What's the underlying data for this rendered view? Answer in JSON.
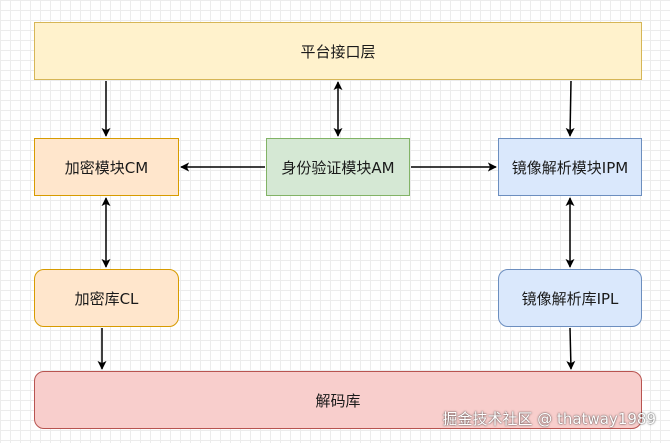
{
  "nodes": {
    "platform_api": "平台接口层",
    "crypto_module": "加密模块CM",
    "auth_module": "身份验证模块AM",
    "image_parse_module": "镜像解析模块IPM",
    "crypto_lib": "加密库CL",
    "image_parse_lib": "镜像解析库IPL",
    "decode_lib": "解码库"
  },
  "edges": [
    {
      "from": "平台接口层",
      "to": "加密模块CM",
      "direction": "one-way"
    },
    {
      "from": "平台接口层",
      "to": "身份验证模块AM",
      "direction": "two-way"
    },
    {
      "from": "平台接口层",
      "to": "镜像解析模块IPM",
      "direction": "one-way"
    },
    {
      "from": "身份验证模块AM",
      "to": "加密模块CM",
      "direction": "one-way"
    },
    {
      "from": "身份验证模块AM",
      "to": "镜像解析模块IPM",
      "direction": "one-way"
    },
    {
      "from": "加密模块CM",
      "to": "加密库CL",
      "direction": "two-way"
    },
    {
      "from": "镜像解析模块IPM",
      "to": "镜像解析库IPL",
      "direction": "two-way"
    },
    {
      "from": "加密库CL",
      "to": "解码库",
      "direction": "one-way"
    },
    {
      "from": "镜像解析库IPL",
      "to": "解码库",
      "direction": "one-way"
    }
  ],
  "colors": {
    "yellow_fill": "#fff2cc",
    "yellow_stroke": "#d6b656",
    "orange_fill": "#ffe6cc",
    "orange_stroke": "#d79b00",
    "green_fill": "#d5e8d4",
    "green_stroke": "#82b366",
    "blue_fill": "#dae8fc",
    "blue_stroke": "#6c8ebf",
    "red_fill": "#f8cecc",
    "red_stroke": "#b85450"
  },
  "watermark": "掘金技术社区 @ thatway1989"
}
